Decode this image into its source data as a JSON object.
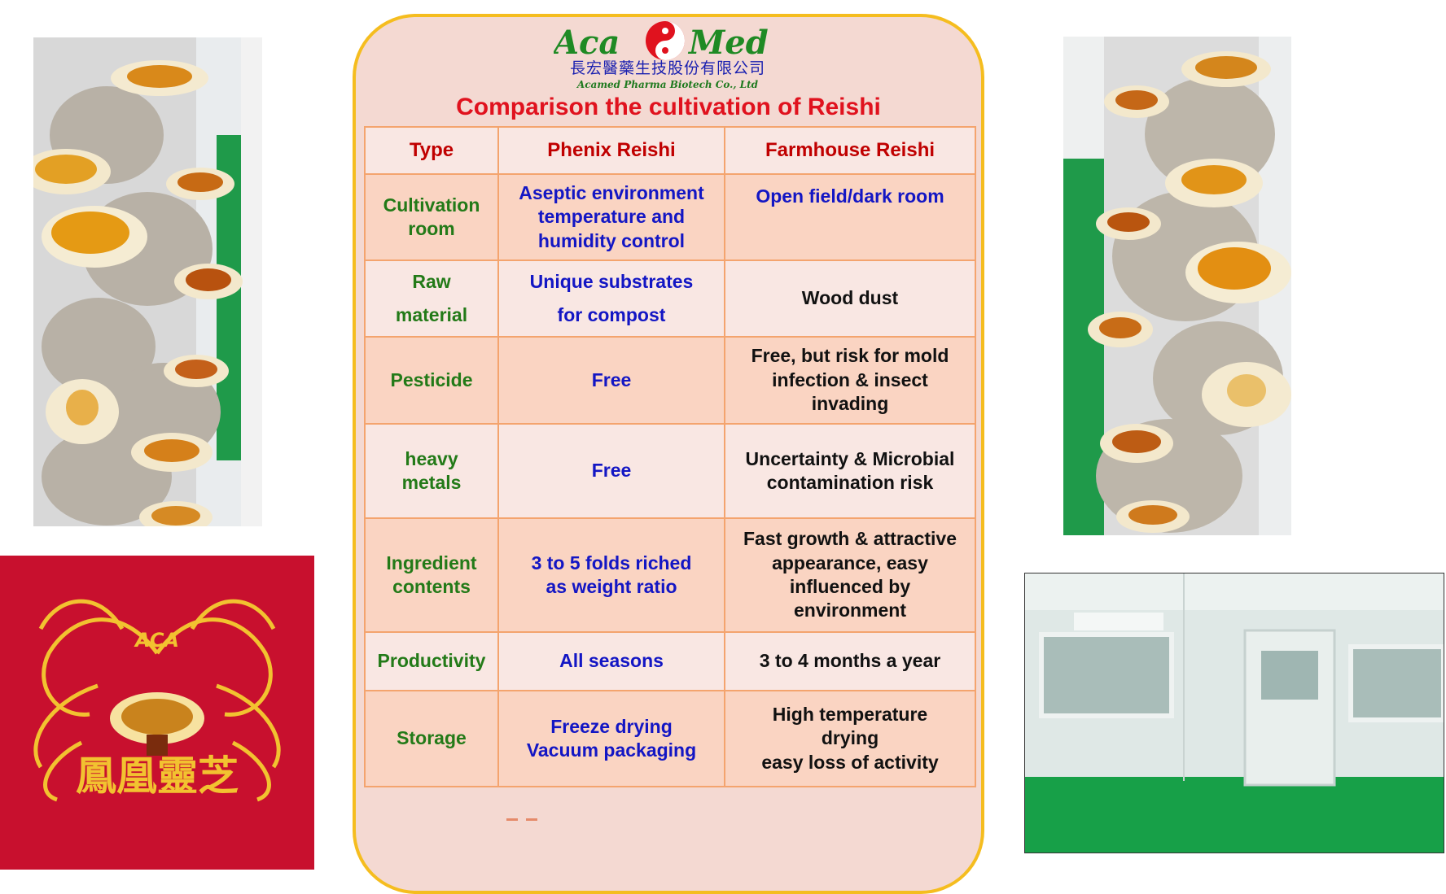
{
  "brand": {
    "logo_text_left": "Aca",
    "logo_text_right": "Med",
    "chinese_name": "長宏醫藥生技股份有限公司",
    "english_name": "Acamed Pharma Biotech Co., Ltd"
  },
  "table": {
    "title": "Comparison the cultivation of Reishi",
    "headers": [
      "Type",
      "Phenix Reishi",
      "Farmhouse Reishi"
    ],
    "rows": [
      {
        "type": "Cultivation\nroom",
        "phenix": "Aseptic environment\ntemperature and\nhumidity control",
        "farmhouse": "Open field/dark room"
      },
      {
        "type": "Raw\nmaterial",
        "phenix": "Unique substrates\nfor compost",
        "farmhouse": "Wood dust"
      },
      {
        "type": "Pesticide",
        "phenix": "Free",
        "farmhouse": "Free, but risk for mold\ninfection & insect\ninvading"
      },
      {
        "type": "heavy\nmetals",
        "phenix": "Free",
        "farmhouse": "Uncertainty & Microbial\ncontamination risk"
      },
      {
        "type": "Ingredient\ncontents",
        "phenix": "3 to 5 folds riched\nas weight ratio",
        "farmhouse": "Fast growth & attractive\nappearance, easy\ninfluenced by\nenvironment"
      },
      {
        "type": "Productivity",
        "phenix": "All seasons",
        "farmhouse": "3 to 4 months a year"
      },
      {
        "type": "Storage",
        "phenix": "Freeze drying\nVacuum packaging",
        "farmhouse": "High temperature\ndrying\neasy loss of activity"
      }
    ]
  },
  "phoenix_logo": {
    "aca_text": "ACA",
    "chinese_text": "鳳凰靈芝"
  },
  "colors": {
    "card_border": "#f5bd1f",
    "card_background": "#f4d9d2",
    "title_red": "#e0121e",
    "type_green": "#237a18",
    "phenix_blue": "#1316c4",
    "logo_red": "#c8102e",
    "logo_gold": "#f2c230"
  },
  "images": {
    "left_photo": "reishi-mushroom-cultivation-photo",
    "right_photo": "reishi-mushroom-cultivation-photo",
    "bottom_right_photo": "clean-room-photo"
  }
}
